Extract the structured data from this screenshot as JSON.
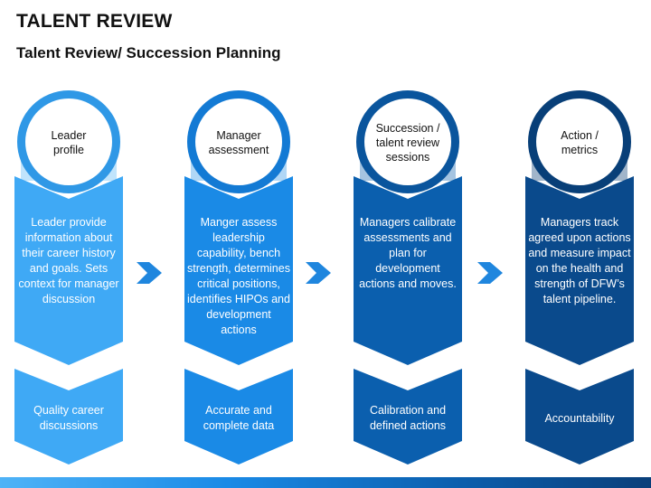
{
  "header": {
    "title": "TALENT REVIEW",
    "subtitle": "Talent Review/ Succession Planning"
  },
  "steps": [
    {
      "label": "Leader\nprofile",
      "body": "Leader provide information about their career history and goals. Sets context for manager discussion",
      "outcome": "Quality career discussions",
      "color_body": "#3fa9f5",
      "color_light": "#8ccdf9",
      "color_ring": "#2f98e6"
    },
    {
      "label": "Manager\nassessment",
      "body": "Manger assess leadership capability, bench strength, determines critical positions, identifies HIPOs and development actions",
      "outcome": "Accurate and complete data",
      "color_body": "#1a8ae6",
      "color_light": "#6fb6ef",
      "color_ring": "#137ad4"
    },
    {
      "label": "Succession /\ntalent review\nsessions",
      "body": "Managers calibrate assessments and plan for development actions and moves.",
      "outcome": "Calibration and defined actions",
      "color_body": "#0b5fae",
      "color_light": "#5b93c8",
      "color_ring": "#0a559d"
    },
    {
      "label": "Action /\nmetrics",
      "body": "Managers track agreed upon actions and measure impact on the health and strength of DFW’s talent pipeline.",
      "outcome": "Accountability",
      "color_body": "#0a4a8c",
      "color_light": "#54799f",
      "color_ring": "#083f78"
    }
  ],
  "connector_color": "#1f86de",
  "footer_colors": [
    "#4fb3f7",
    "#1a8ae6",
    "#0b5fae",
    "#0a3f7a"
  ]
}
